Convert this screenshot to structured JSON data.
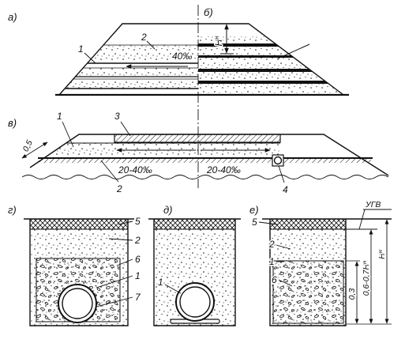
{
  "diagram": {
    "a": {
      "label": "а)",
      "layer_1": "1",
      "layer_2": "2",
      "slope": "40‰"
    },
    "b": {
      "label": "б)",
      "height_symbol": "H",
      "height_sup": "н"
    },
    "v": {
      "label": "в)",
      "layer_1": "1",
      "layer_3": "3",
      "layer_2": "2",
      "drain_4": "4",
      "thickness": "0,5",
      "slope_left": "20-40‰",
      "slope_right": "20-40‰"
    },
    "g": {
      "label": "г)",
      "callout_5": "5",
      "callout_2": "2",
      "callout_6": "6",
      "callout_1": "1",
      "callout_7": "7"
    },
    "d": {
      "label": "д)",
      "callout_1": "1"
    },
    "e": {
      "label": "е)",
      "callout_5": "5",
      "callout_2": "2",
      "callout_1": "1",
      "callout_6": "6",
      "gwl": "УГВ",
      "dim_gravel": "0,3",
      "dim_drain": "0,6-0,7H",
      "dim_drain_sup": "н",
      "dim_total": "H",
      "dim_total_sup": "н"
    }
  }
}
